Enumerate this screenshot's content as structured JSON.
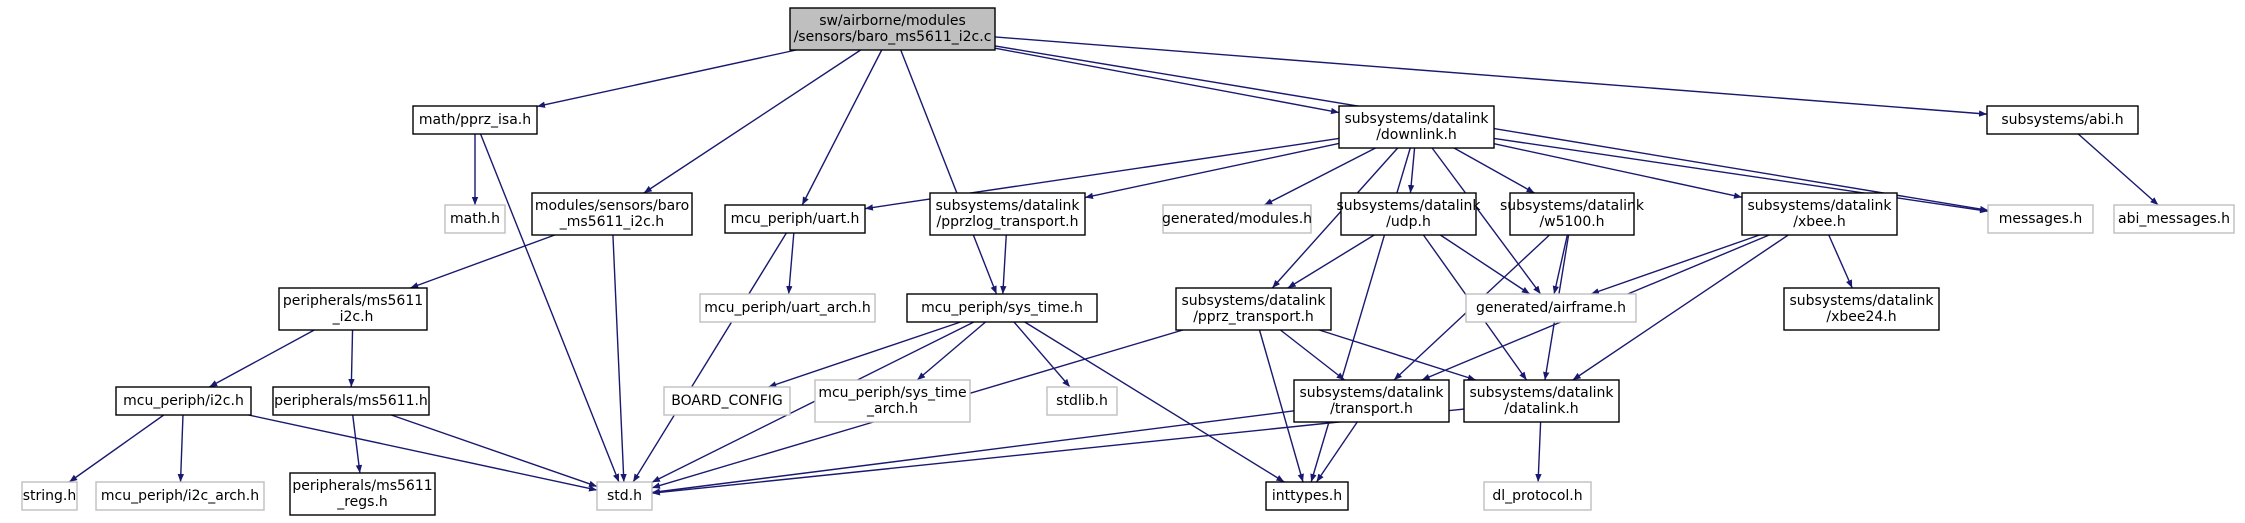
{
  "colors": {
    "edge": "#191970",
    "root_fill": "#bfbfbf",
    "doc_border": "#000000",
    "ext_border": "#bfbfbf"
  },
  "nodes": [
    {
      "id": "root",
      "kind": "root",
      "lines": [
        "sw/airborne/modules",
        "/sensors/baro_ms5611_i2c.c"
      ]
    },
    {
      "id": "pprz_isa",
      "kind": "doc",
      "lines": [
        "math/pprz_isa.h"
      ]
    },
    {
      "id": "downlink",
      "kind": "doc",
      "lines": [
        "subsystems/datalink",
        "/downlink.h"
      ]
    },
    {
      "id": "abi",
      "kind": "doc",
      "lines": [
        "subsystems/abi.h"
      ]
    },
    {
      "id": "math",
      "kind": "ext",
      "lines": [
        "math.h"
      ]
    },
    {
      "id": "baro_h",
      "kind": "doc",
      "lines": [
        "modules/sensors/baro",
        "_ms5611_i2c.h"
      ]
    },
    {
      "id": "uart",
      "kind": "doc",
      "lines": [
        "mcu_periph/uart.h"
      ]
    },
    {
      "id": "pprzlog",
      "kind": "doc",
      "lines": [
        "subsystems/datalink",
        "/pprzlog_transport.h"
      ]
    },
    {
      "id": "modules",
      "kind": "ext",
      "lines": [
        "generated/modules.h"
      ]
    },
    {
      "id": "udp",
      "kind": "doc",
      "lines": [
        "subsystems/datalink",
        "/udp.h"
      ]
    },
    {
      "id": "w5100",
      "kind": "doc",
      "lines": [
        "subsystems/datalink",
        "/w5100.h"
      ]
    },
    {
      "id": "xbee",
      "kind": "doc",
      "lines": [
        "subsystems/datalink",
        "/xbee.h"
      ]
    },
    {
      "id": "messages",
      "kind": "ext",
      "lines": [
        "messages.h"
      ]
    },
    {
      "id": "abi_messages",
      "kind": "ext",
      "lines": [
        "abi_messages.h"
      ]
    },
    {
      "id": "ms5611_i2c",
      "kind": "doc",
      "lines": [
        "peripherals/ms5611",
        "_i2c.h"
      ]
    },
    {
      "id": "uart_arch",
      "kind": "ext",
      "lines": [
        "mcu_periph/uart_arch.h"
      ]
    },
    {
      "id": "sys_time",
      "kind": "doc",
      "lines": [
        "mcu_periph/sys_time.h"
      ]
    },
    {
      "id": "pprz_transport",
      "kind": "doc",
      "lines": [
        "subsystems/datalink",
        "/pprz_transport.h"
      ]
    },
    {
      "id": "airframe",
      "kind": "ext",
      "lines": [
        "generated/airframe.h"
      ]
    },
    {
      "id": "xbee24",
      "kind": "doc",
      "lines": [
        "subsystems/datalink",
        "/xbee24.h"
      ]
    },
    {
      "id": "i2c",
      "kind": "doc",
      "lines": [
        "mcu_periph/i2c.h"
      ]
    },
    {
      "id": "ms5611",
      "kind": "doc",
      "lines": [
        "peripherals/ms5611.h"
      ]
    },
    {
      "id": "board_config",
      "kind": "ext",
      "lines": [
        "BOARD_CONFIG"
      ]
    },
    {
      "id": "sys_time_arch",
      "kind": "ext",
      "lines": [
        "mcu_periph/sys_time",
        "_arch.h"
      ]
    },
    {
      "id": "stdlib",
      "kind": "ext",
      "lines": [
        "stdlib.h"
      ]
    },
    {
      "id": "transport",
      "kind": "doc",
      "lines": [
        "subsystems/datalink",
        "/transport.h"
      ]
    },
    {
      "id": "datalink",
      "kind": "doc",
      "lines": [
        "subsystems/datalink",
        "/datalink.h"
      ]
    },
    {
      "id": "string",
      "kind": "ext",
      "lines": [
        "string.h"
      ]
    },
    {
      "id": "i2c_arch",
      "kind": "ext",
      "lines": [
        "mcu_periph/i2c_arch.h"
      ]
    },
    {
      "id": "std",
      "kind": "ext",
      "lines": [
        "std.h"
      ]
    },
    {
      "id": "ms5611_regs",
      "kind": "doc",
      "lines": [
        "peripherals/ms5611",
        "_regs.h"
      ]
    },
    {
      "id": "inttypes",
      "kind": "doc",
      "lines": [
        "inttypes.h"
      ]
    },
    {
      "id": "dl_protocol",
      "kind": "ext",
      "lines": [
        "dl_protocol.h"
      ]
    }
  ],
  "edges": [
    [
      "root",
      "pprz_isa"
    ],
    [
      "root",
      "baro_h"
    ],
    [
      "root",
      "uart"
    ],
    [
      "root",
      "sys_time"
    ],
    [
      "root",
      "downlink"
    ],
    [
      "root",
      "messages"
    ],
    [
      "root",
      "abi"
    ],
    [
      "pprz_isa",
      "math"
    ],
    [
      "pprz_isa",
      "std"
    ],
    [
      "baro_h",
      "ms5611_i2c"
    ],
    [
      "baro_h",
      "std"
    ],
    [
      "ms5611_i2c",
      "i2c"
    ],
    [
      "ms5611_i2c",
      "ms5611"
    ],
    [
      "i2c",
      "string"
    ],
    [
      "i2c",
      "i2c_arch"
    ],
    [
      "i2c",
      "std"
    ],
    [
      "ms5611",
      "ms5611_regs"
    ],
    [
      "ms5611",
      "std"
    ],
    [
      "uart",
      "uart_arch"
    ],
    [
      "uart",
      "std"
    ],
    [
      "pprzlog",
      "sys_time"
    ],
    [
      "sys_time",
      "board_config"
    ],
    [
      "sys_time",
      "sys_time_arch"
    ],
    [
      "sys_time",
      "stdlib"
    ],
    [
      "sys_time",
      "std"
    ],
    [
      "sys_time",
      "inttypes"
    ],
    [
      "downlink",
      "uart"
    ],
    [
      "downlink",
      "pprzlog"
    ],
    [
      "downlink",
      "modules"
    ],
    [
      "downlink",
      "udp"
    ],
    [
      "downlink",
      "w5100"
    ],
    [
      "downlink",
      "xbee"
    ],
    [
      "downlink",
      "messages"
    ],
    [
      "downlink",
      "pprz_transport"
    ],
    [
      "downlink",
      "airframe"
    ],
    [
      "downlink",
      "inttypes"
    ],
    [
      "udp",
      "pprz_transport"
    ],
    [
      "udp",
      "airframe"
    ],
    [
      "udp",
      "datalink"
    ],
    [
      "w5100",
      "airframe"
    ],
    [
      "w5100",
      "transport"
    ],
    [
      "w5100",
      "datalink"
    ],
    [
      "xbee",
      "airframe"
    ],
    [
      "xbee",
      "xbee24"
    ],
    [
      "xbee",
      "transport"
    ],
    [
      "xbee",
      "datalink"
    ],
    [
      "pprz_transport",
      "transport"
    ],
    [
      "pprz_transport",
      "datalink"
    ],
    [
      "pprz_transport",
      "inttypes"
    ],
    [
      "pprz_transport",
      "std"
    ],
    [
      "transport",
      "std"
    ],
    [
      "transport",
      "inttypes"
    ],
    [
      "datalink",
      "std"
    ],
    [
      "datalink",
      "dl_protocol"
    ],
    [
      "abi",
      "abi_messages"
    ]
  ]
}
